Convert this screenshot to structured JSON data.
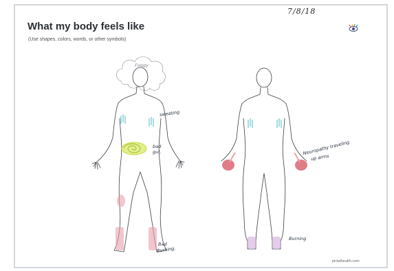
{
  "document": {
    "title": "What my body feels like",
    "subtitle": "(Use shapes, colors, words, or other symbols)",
    "date": "7/8/18",
    "footer": "pictalhealth.com",
    "logo_icon": "eye-logo-icon"
  },
  "annotations": {
    "front_head": "Foggy",
    "front_armpits": "sweating",
    "front_stomach_line1": "bad",
    "front_stomach_line2": "gut.",
    "front_feet_line1": "Bad",
    "front_feet_line2": "Burning.",
    "back_arms_line1": "Neuropathy traveling",
    "back_arms_line2": "up arms",
    "back_feet": "Burning"
  },
  "colors": {
    "sweat": "#6cc4cf",
    "gut": "#c7db3a",
    "burning": "#d97a86",
    "neuropathy": "#d6505e",
    "outline": "#3a3d44"
  }
}
